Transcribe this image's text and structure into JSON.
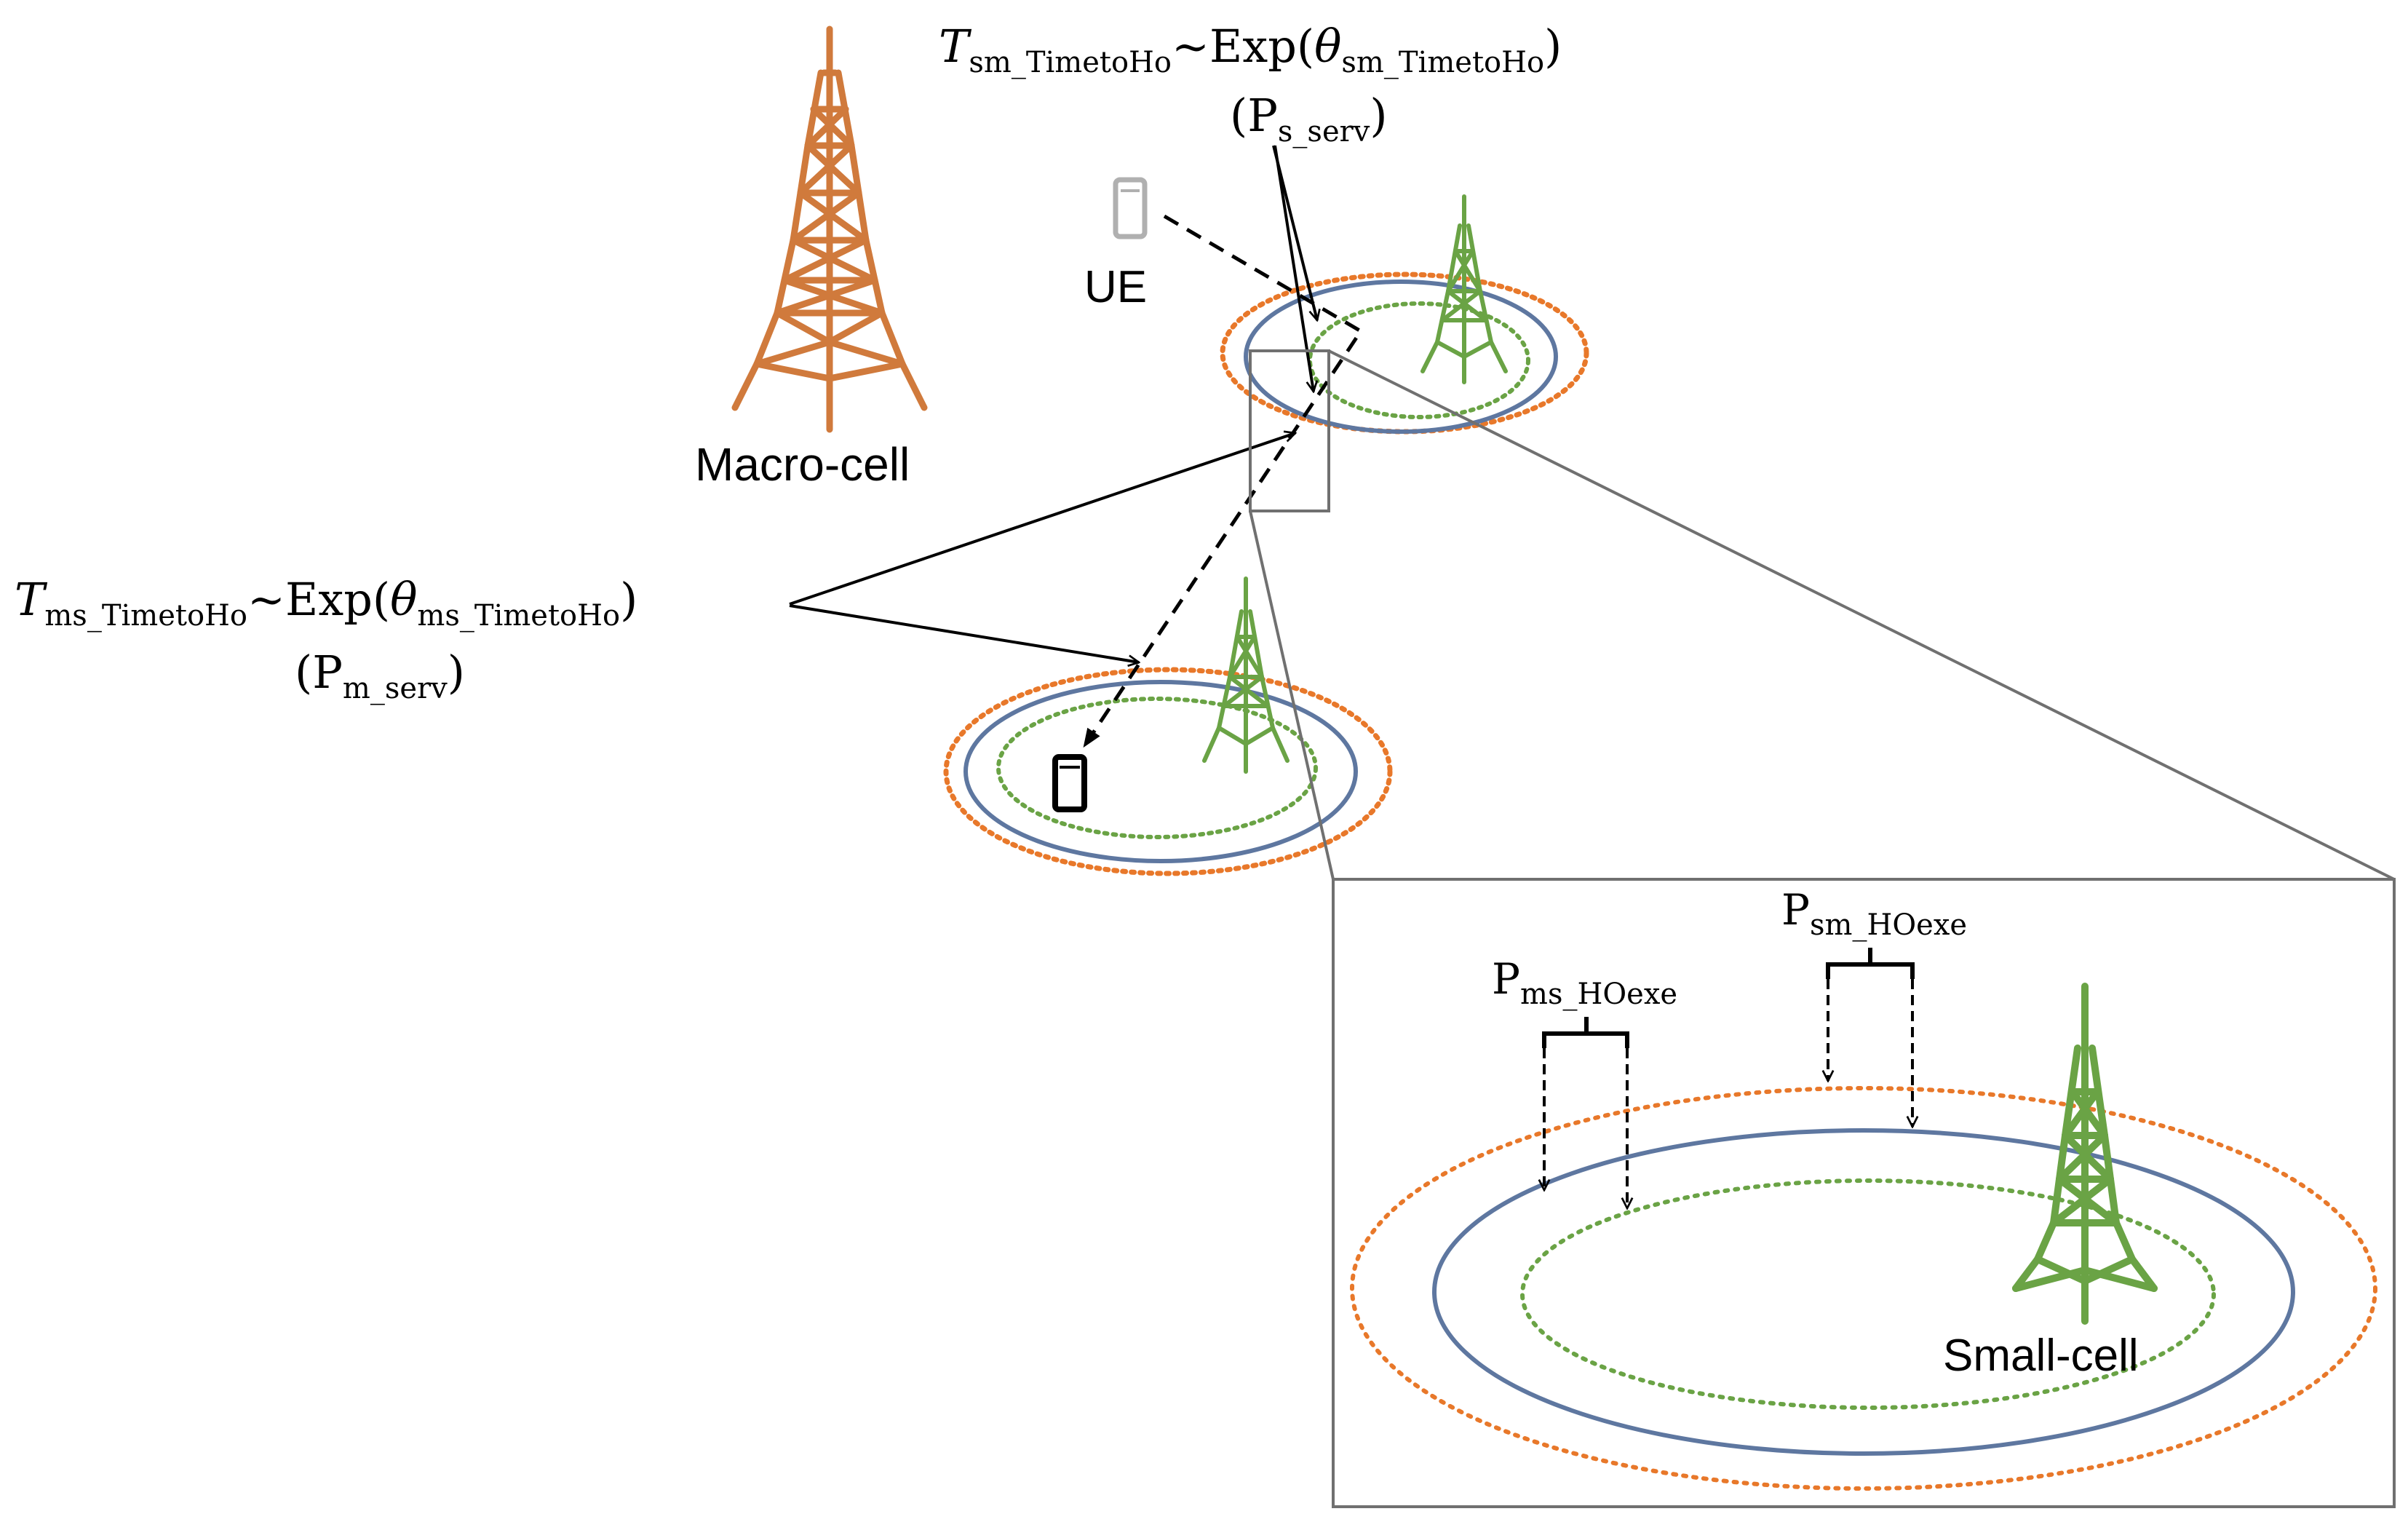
{
  "labels": {
    "macro_cell": "Macro-cell",
    "ue": "UE",
    "small_cell": "Small-cell"
  },
  "formula_sm": {
    "T": "T",
    "T_sub": "sm_TimetoHo",
    "mid": "~Exp(",
    "theta": "θ",
    "theta_sub": "sm_TimetoHo",
    "close": ")",
    "P": "(P",
    "P_sub": "s_serv",
    "P_close": ")"
  },
  "formula_ms": {
    "T": "T",
    "T_sub": "ms_TimetoHo",
    "mid": "~Exp(",
    "theta": "θ",
    "theta_sub": "ms_TimetoHo",
    "close": ")",
    "P": "(P",
    "P_sub": "m_serv",
    "P_close": ")"
  },
  "label_sm_hoexe": {
    "P": "P",
    "sub": "sm_HOexe"
  },
  "label_ms_hoexe": {
    "P": "P",
    "sub": "ms_HOexe"
  },
  "colors": {
    "macro_tower": "#d07a3c",
    "small_tower": "#6aa345",
    "outer_ring": "#e8782a",
    "solid_ring": "#5e77a0",
    "inner_ring": "#6aa345",
    "zoom_box": "#707070",
    "ue_inactive": "#b0b0b0",
    "ue_active": "#000000"
  },
  "icons": [
    "macro-tower-icon",
    "small-cell-tower-icon",
    "ue-phone-icon"
  ]
}
